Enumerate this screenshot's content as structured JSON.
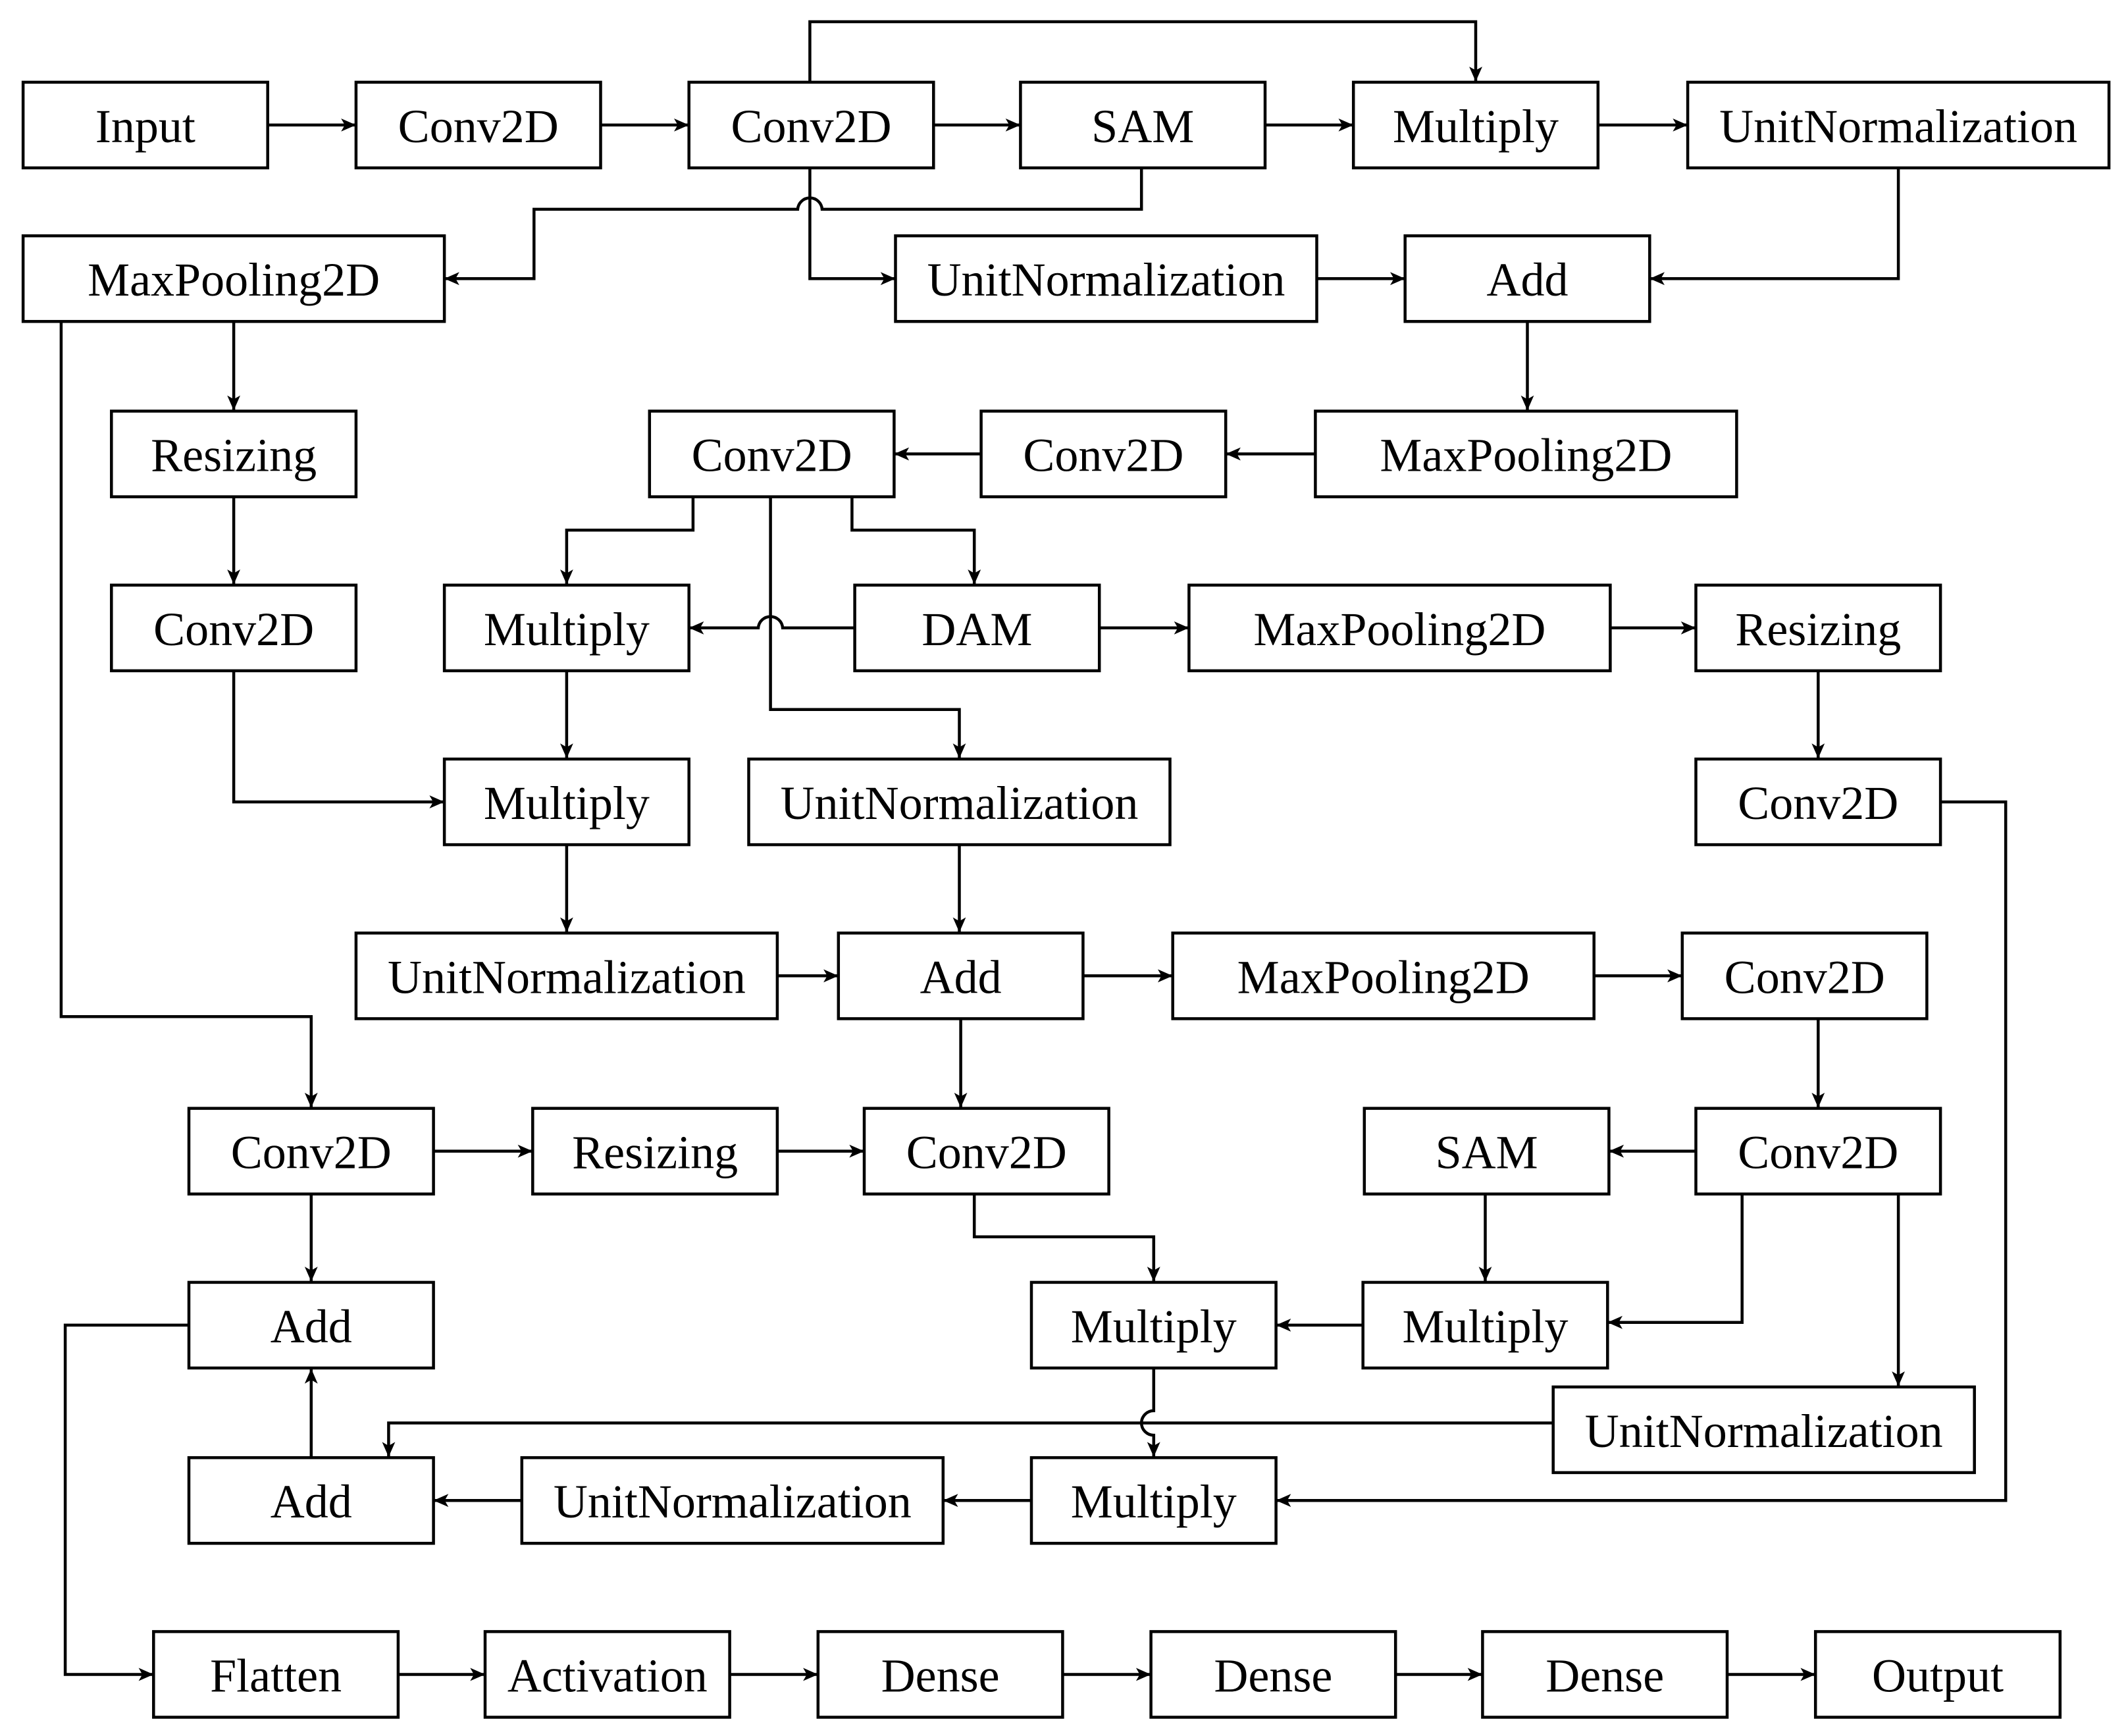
{
  "diagram": {
    "nodes": [
      {
        "id": "input",
        "label": "Input"
      },
      {
        "id": "conv2d-a1",
        "label": "Conv2D"
      },
      {
        "id": "conv2d-a2",
        "label": "Conv2D"
      },
      {
        "id": "sam-a",
        "label": "SAM"
      },
      {
        "id": "multiply-a",
        "label": "Multiply"
      },
      {
        "id": "unitnorm-a1",
        "label": "UnitNormalization"
      },
      {
        "id": "maxpool-b1",
        "label": "MaxPooling2D"
      },
      {
        "id": "unitnorm-a2",
        "label": "UnitNormalization"
      },
      {
        "id": "add-a",
        "label": "Add"
      },
      {
        "id": "resizing-b1",
        "label": "Resizing"
      },
      {
        "id": "conv2d-c2",
        "label": "Conv2D"
      },
      {
        "id": "conv2d-c1",
        "label": "Conv2D"
      },
      {
        "id": "maxpool-a",
        "label": "MaxPooling2D"
      },
      {
        "id": "conv2d-b1",
        "label": "Conv2D"
      },
      {
        "id": "multiply-c1",
        "label": "Multiply"
      },
      {
        "id": "dam",
        "label": "DAM"
      },
      {
        "id": "maxpool-c",
        "label": "MaxPooling2D"
      },
      {
        "id": "resizing-c",
        "label": "Resizing"
      },
      {
        "id": "multiply-c2",
        "label": "Multiply"
      },
      {
        "id": "unitnorm-c2",
        "label": "UnitNormalization"
      },
      {
        "id": "conv2d-c3",
        "label": "Conv2D"
      },
      {
        "id": "unitnorm-c1",
        "label": "UnitNormalization"
      },
      {
        "id": "add-c",
        "label": "Add"
      },
      {
        "id": "maxpool-d",
        "label": "MaxPooling2D"
      },
      {
        "id": "conv2d-d1",
        "label": "Conv2D"
      },
      {
        "id": "conv2d-b2",
        "label": "Conv2D"
      },
      {
        "id": "resizing-b2",
        "label": "Resizing"
      },
      {
        "id": "conv2d-e",
        "label": "Conv2D"
      },
      {
        "id": "sam-d",
        "label": "SAM"
      },
      {
        "id": "conv2d-d2",
        "label": "Conv2D"
      },
      {
        "id": "add-f2",
        "label": "Add"
      },
      {
        "id": "multiply-e",
        "label": "Multiply"
      },
      {
        "id": "multiply-d",
        "label": "Multiply"
      },
      {
        "id": "unitnorm-d",
        "label": "UnitNormalization"
      },
      {
        "id": "add-f1",
        "label": "Add"
      },
      {
        "id": "unitnorm-f",
        "label": "UnitNormalization"
      },
      {
        "id": "multiply-f",
        "label": "Multiply"
      },
      {
        "id": "flatten",
        "label": "Flatten"
      },
      {
        "id": "activation",
        "label": "Activation"
      },
      {
        "id": "dense-1",
        "label": "Dense"
      },
      {
        "id": "dense-2",
        "label": "Dense"
      },
      {
        "id": "dense-3",
        "label": "Dense"
      },
      {
        "id": "output",
        "label": "Output"
      }
    ],
    "edges": [
      {
        "from": "input",
        "to": "conv2d-a1"
      },
      {
        "from": "conv2d-a1",
        "to": "conv2d-a2"
      },
      {
        "from": "conv2d-a2",
        "to": "sam-a"
      },
      {
        "from": "conv2d-a2",
        "to": "multiply-a"
      },
      {
        "from": "sam-a",
        "to": "multiply-a"
      },
      {
        "from": "multiply-a",
        "to": "unitnorm-a1"
      },
      {
        "from": "sam-a",
        "to": "maxpool-b1"
      },
      {
        "from": "conv2d-a2",
        "to": "unitnorm-a2"
      },
      {
        "from": "unitnorm-a1",
        "to": "add-a"
      },
      {
        "from": "unitnorm-a2",
        "to": "add-a"
      },
      {
        "from": "add-a",
        "to": "maxpool-a"
      },
      {
        "from": "maxpool-a",
        "to": "conv2d-c2"
      },
      {
        "from": "conv2d-c2",
        "to": "conv2d-c1"
      },
      {
        "from": "maxpool-b1",
        "to": "resizing-b1"
      },
      {
        "from": "maxpool-b1",
        "to": "conv2d-b2"
      },
      {
        "from": "resizing-b1",
        "to": "conv2d-b1"
      },
      {
        "from": "conv2d-c1",
        "to": "multiply-c1"
      },
      {
        "from": "conv2d-c1",
        "to": "dam"
      },
      {
        "from": "conv2d-c1",
        "to": "unitnorm-c2"
      },
      {
        "from": "dam",
        "to": "multiply-c1"
      },
      {
        "from": "dam",
        "to": "maxpool-c"
      },
      {
        "from": "maxpool-c",
        "to": "resizing-c"
      },
      {
        "from": "resizing-c",
        "to": "conv2d-c3"
      },
      {
        "from": "multiply-c1",
        "to": "multiply-c2"
      },
      {
        "from": "conv2d-b1",
        "to": "multiply-c2"
      },
      {
        "from": "multiply-c2",
        "to": "unitnorm-c1"
      },
      {
        "from": "unitnorm-c1",
        "to": "add-c"
      },
      {
        "from": "unitnorm-c2",
        "to": "add-c"
      },
      {
        "from": "add-c",
        "to": "maxpool-d"
      },
      {
        "from": "add-c",
        "to": "conv2d-e"
      },
      {
        "from": "maxpool-d",
        "to": "conv2d-d1"
      },
      {
        "from": "conv2d-d1",
        "to": "conv2d-d2"
      },
      {
        "from": "conv2d-b2",
        "to": "resizing-b2"
      },
      {
        "from": "conv2d-b2",
        "to": "add-f2"
      },
      {
        "from": "resizing-b2",
        "to": "conv2d-e"
      },
      {
        "from": "conv2d-d2",
        "to": "sam-d"
      },
      {
        "from": "conv2d-d2",
        "to": "multiply-d"
      },
      {
        "from": "conv2d-d2",
        "to": "unitnorm-d"
      },
      {
        "from": "sam-d",
        "to": "multiply-d"
      },
      {
        "from": "conv2d-e",
        "to": "multiply-e"
      },
      {
        "from": "multiply-d",
        "to": "multiply-e"
      },
      {
        "from": "multiply-e",
        "to": "multiply-f"
      },
      {
        "from": "conv2d-c3",
        "to": "multiply-f"
      },
      {
        "from": "unitnorm-d",
        "to": "add-f1"
      },
      {
        "from": "multiply-f",
        "to": "unitnorm-f"
      },
      {
        "from": "unitnorm-f",
        "to": "add-f1"
      },
      {
        "from": "add-f1",
        "to": "add-f2"
      },
      {
        "from": "add-f2",
        "to": "flatten"
      },
      {
        "from": "flatten",
        "to": "activation"
      },
      {
        "from": "activation",
        "to": "dense-1"
      },
      {
        "from": "dense-1",
        "to": "dense-2"
      },
      {
        "from": "dense-2",
        "to": "dense-3"
      },
      {
        "from": "dense-3",
        "to": "output"
      }
    ]
  }
}
